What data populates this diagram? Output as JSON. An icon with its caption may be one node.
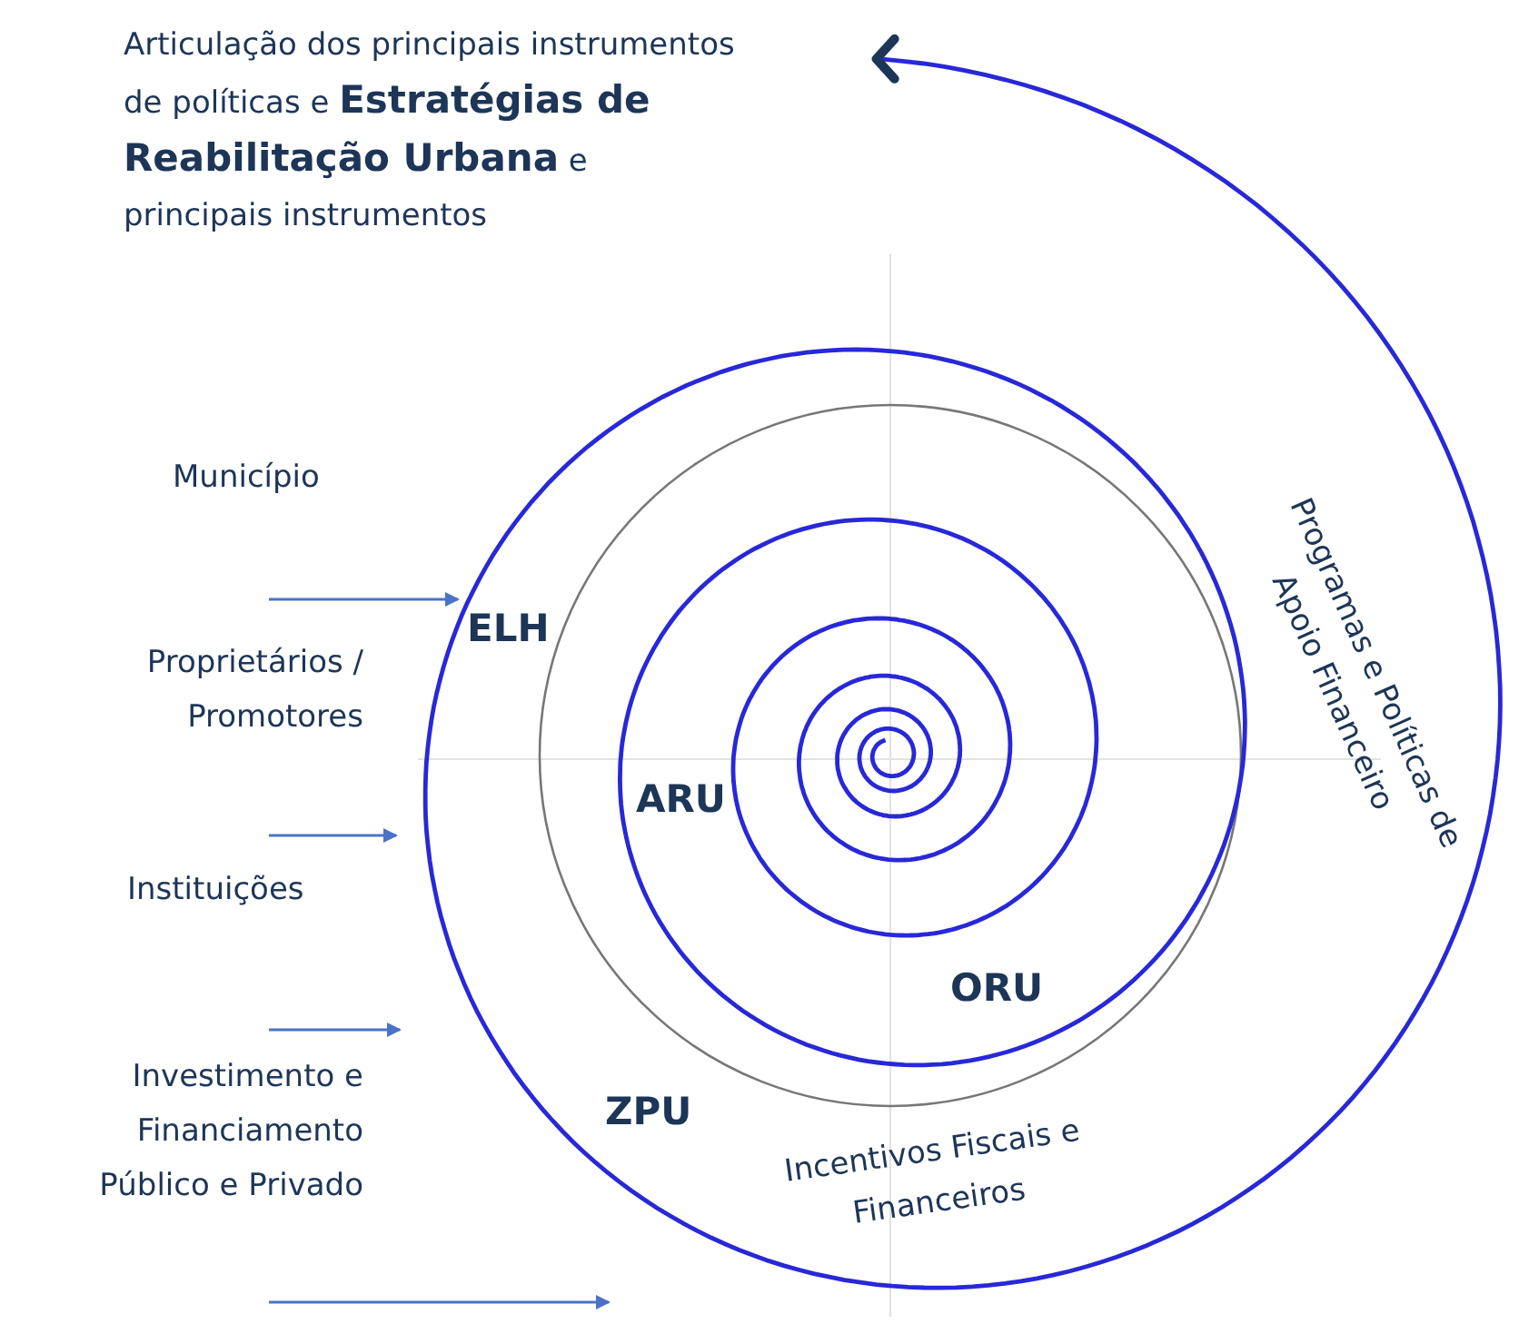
{
  "diagram": {
    "title": "Articulação dos principais instrumentos de políticas e **Estratégias de Reabilitação Urbana** e principais instrumentos",
    "labels": [
      "Município",
      "Proprietários / Promotores",
      "Instituições",
      "Investimento e Financiamento Público e Privado",
      "ELH",
      "ARU",
      "ORU",
      "ZPU",
      "Programas e Políticas de Apoio Financeiro",
      "Incentivos Fiscais e Financeiros"
    ]
  }
}
